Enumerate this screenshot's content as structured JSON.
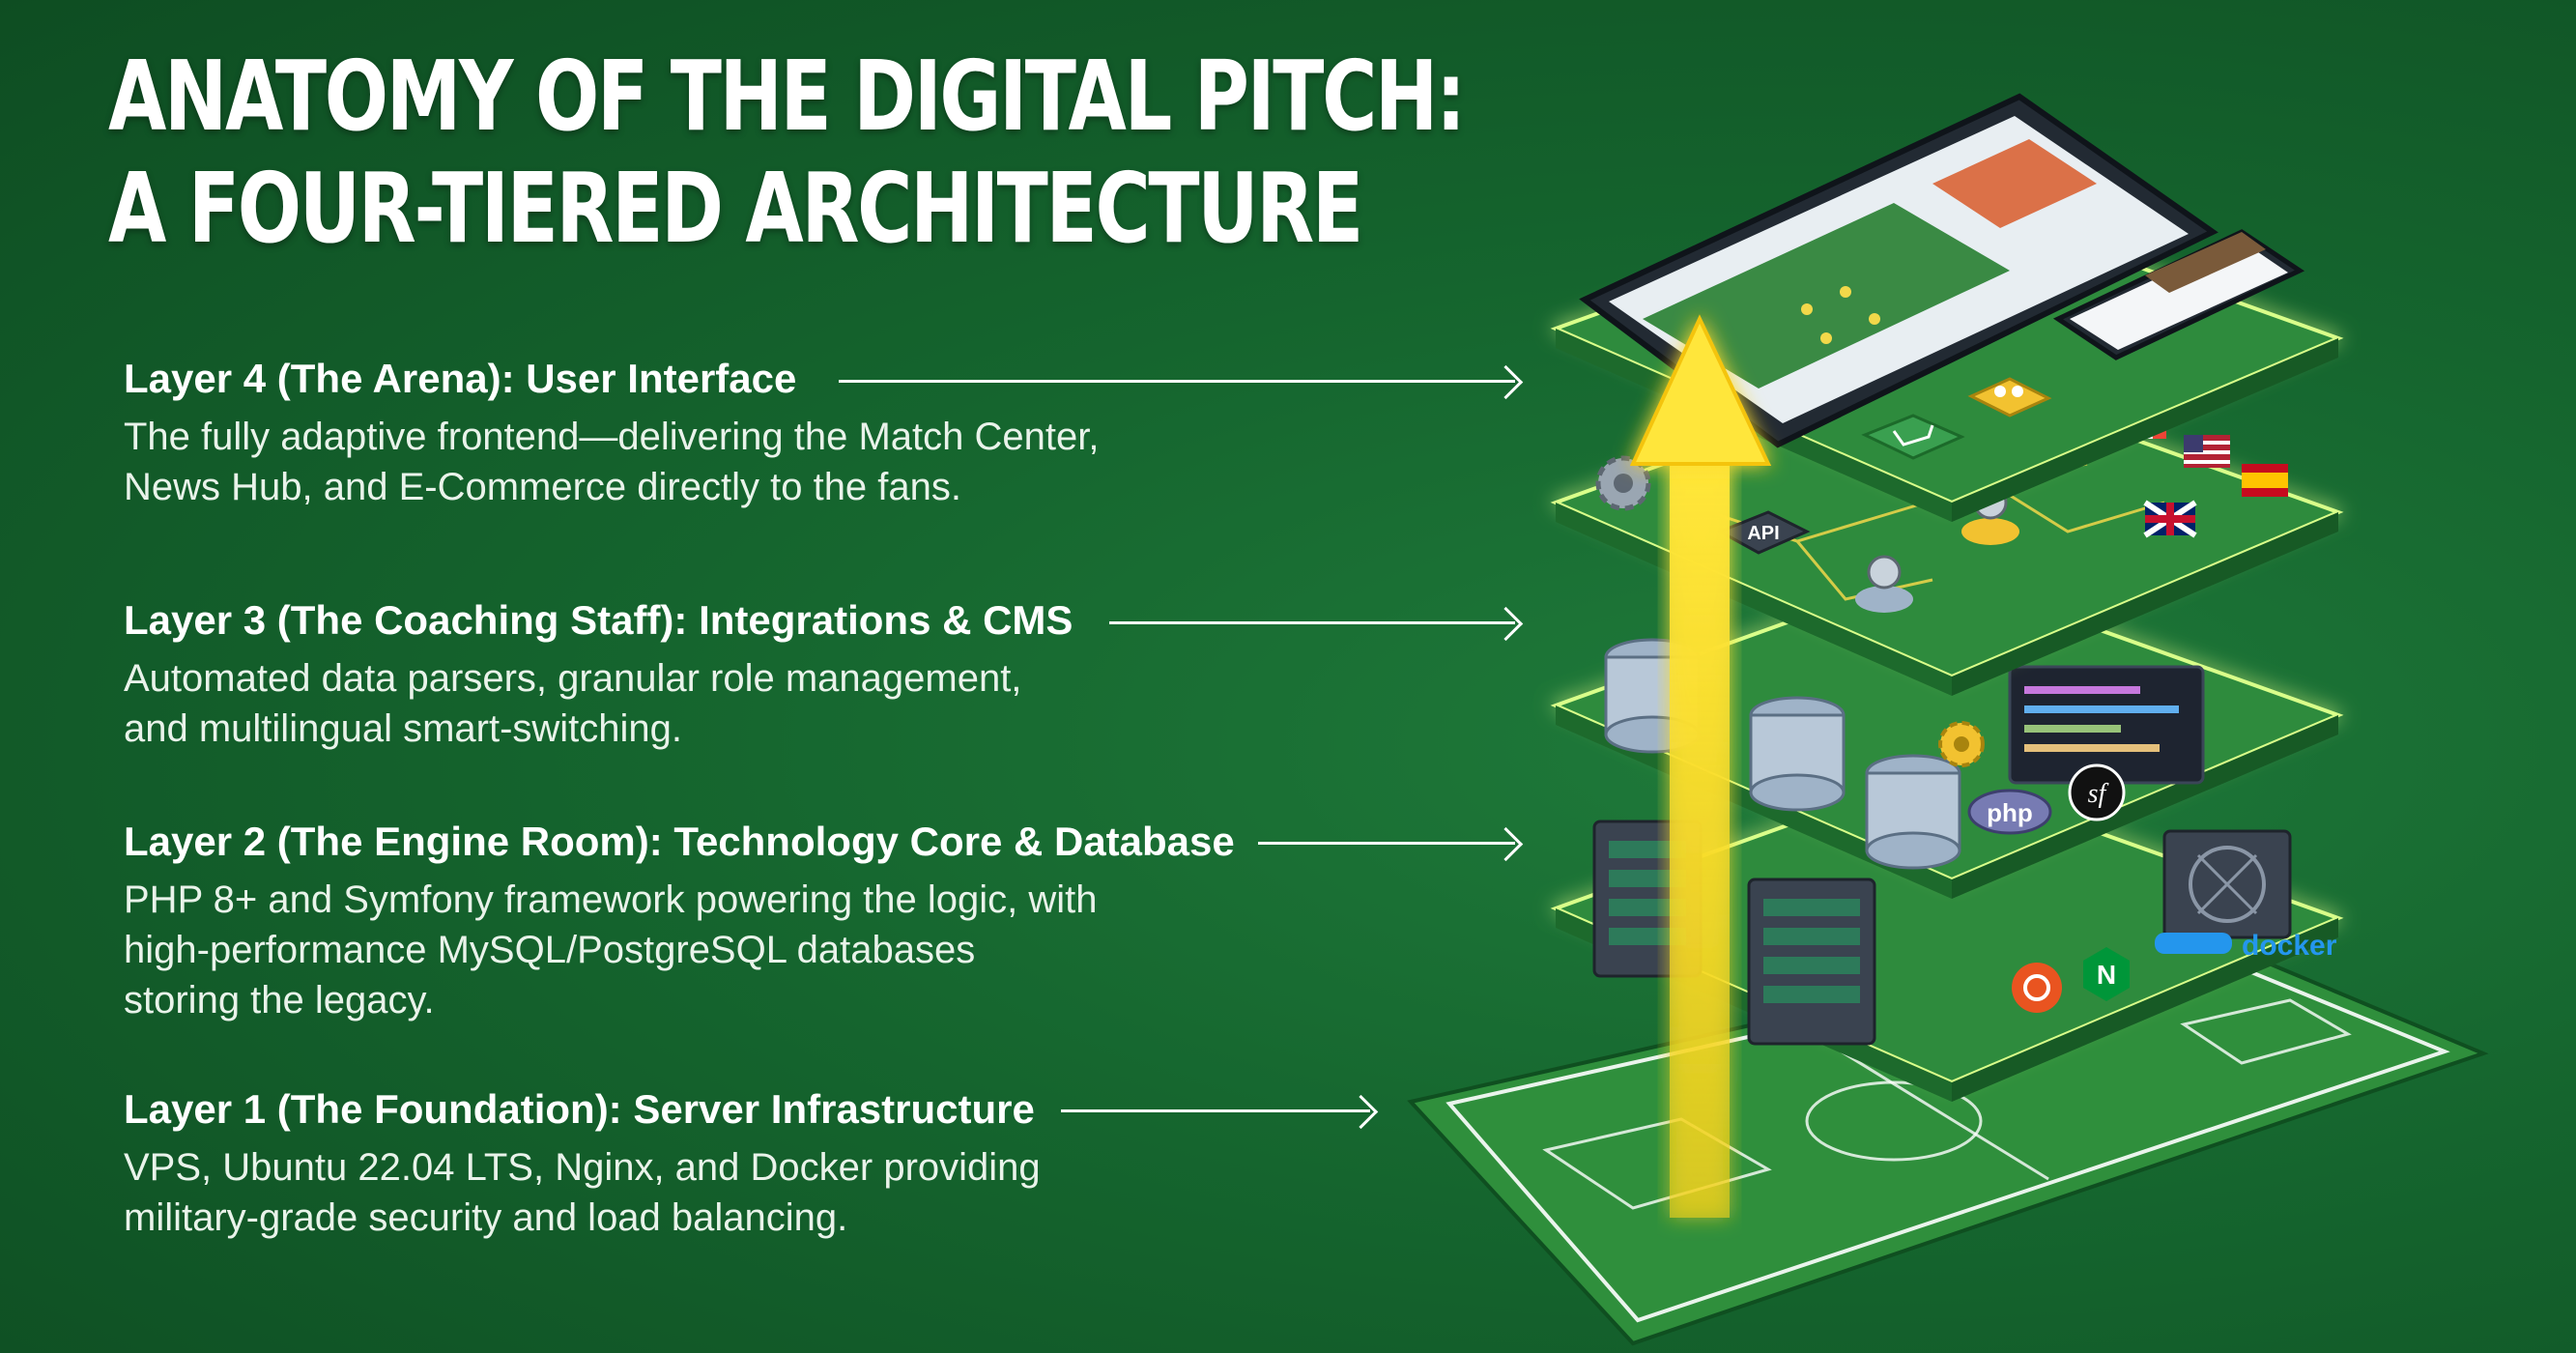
{
  "title": {
    "line1": "ANATOMY OF THE DIGITAL PITCH:",
    "line2": "A FOUR-TIERED ARCHITECTURE"
  },
  "layers": [
    {
      "heading": "Layer 4 (The Arena): User Interface",
      "description": [
        "The fully adaptive frontend—delivering the Match Center,",
        "News Hub, and E-Commerce directly to the fans."
      ]
    },
    {
      "heading": "Layer 3 (The Coaching Staff): Integrations & CMS",
      "description": [
        "Automated data parsers, granular role management,",
        "and multilingual smart-switching."
      ]
    },
    {
      "heading": "Layer 2 (The Engine Room): Technology Core & Database",
      "description": [
        "PHP 8+ and Symfony framework powering the logic, with",
        "high-performance MySQL/PostgreSQL databases",
        "storing the legacy."
      ]
    },
    {
      "heading": "Layer 1 (The Foundation): Server Infrastructure",
      "description": [
        "VPS, Ubuntu 22.04 LTS, Nginx, and Docker providing",
        "military-grade security and load balancing."
      ]
    }
  ],
  "illustration": {
    "badges": {
      "api": "API",
      "php": "php",
      "symfony": "sf",
      "docker": "docker",
      "nginx": "N"
    },
    "icons": [
      "tablet-icon",
      "phone-icon",
      "cart-icon",
      "users-icon",
      "flag-fr-icon",
      "flag-us-icon",
      "flag-es-icon",
      "flag-uk-icon",
      "gear-icon",
      "user-node-icon",
      "database-icon",
      "server-icon",
      "ubuntu-icon",
      "nginx-icon",
      "docker-icon",
      "php-icon",
      "symfony-icon",
      "code-window-icon",
      "upward-arrow-icon",
      "football-pitch-icon"
    ]
  },
  "colors": {
    "background": "#15652e",
    "platform": "#2e8b3e",
    "platform_edge": "#c9f27a",
    "glow": "#f2ff8a",
    "arrow": "#ffd21f",
    "text": "#ffffff"
  }
}
